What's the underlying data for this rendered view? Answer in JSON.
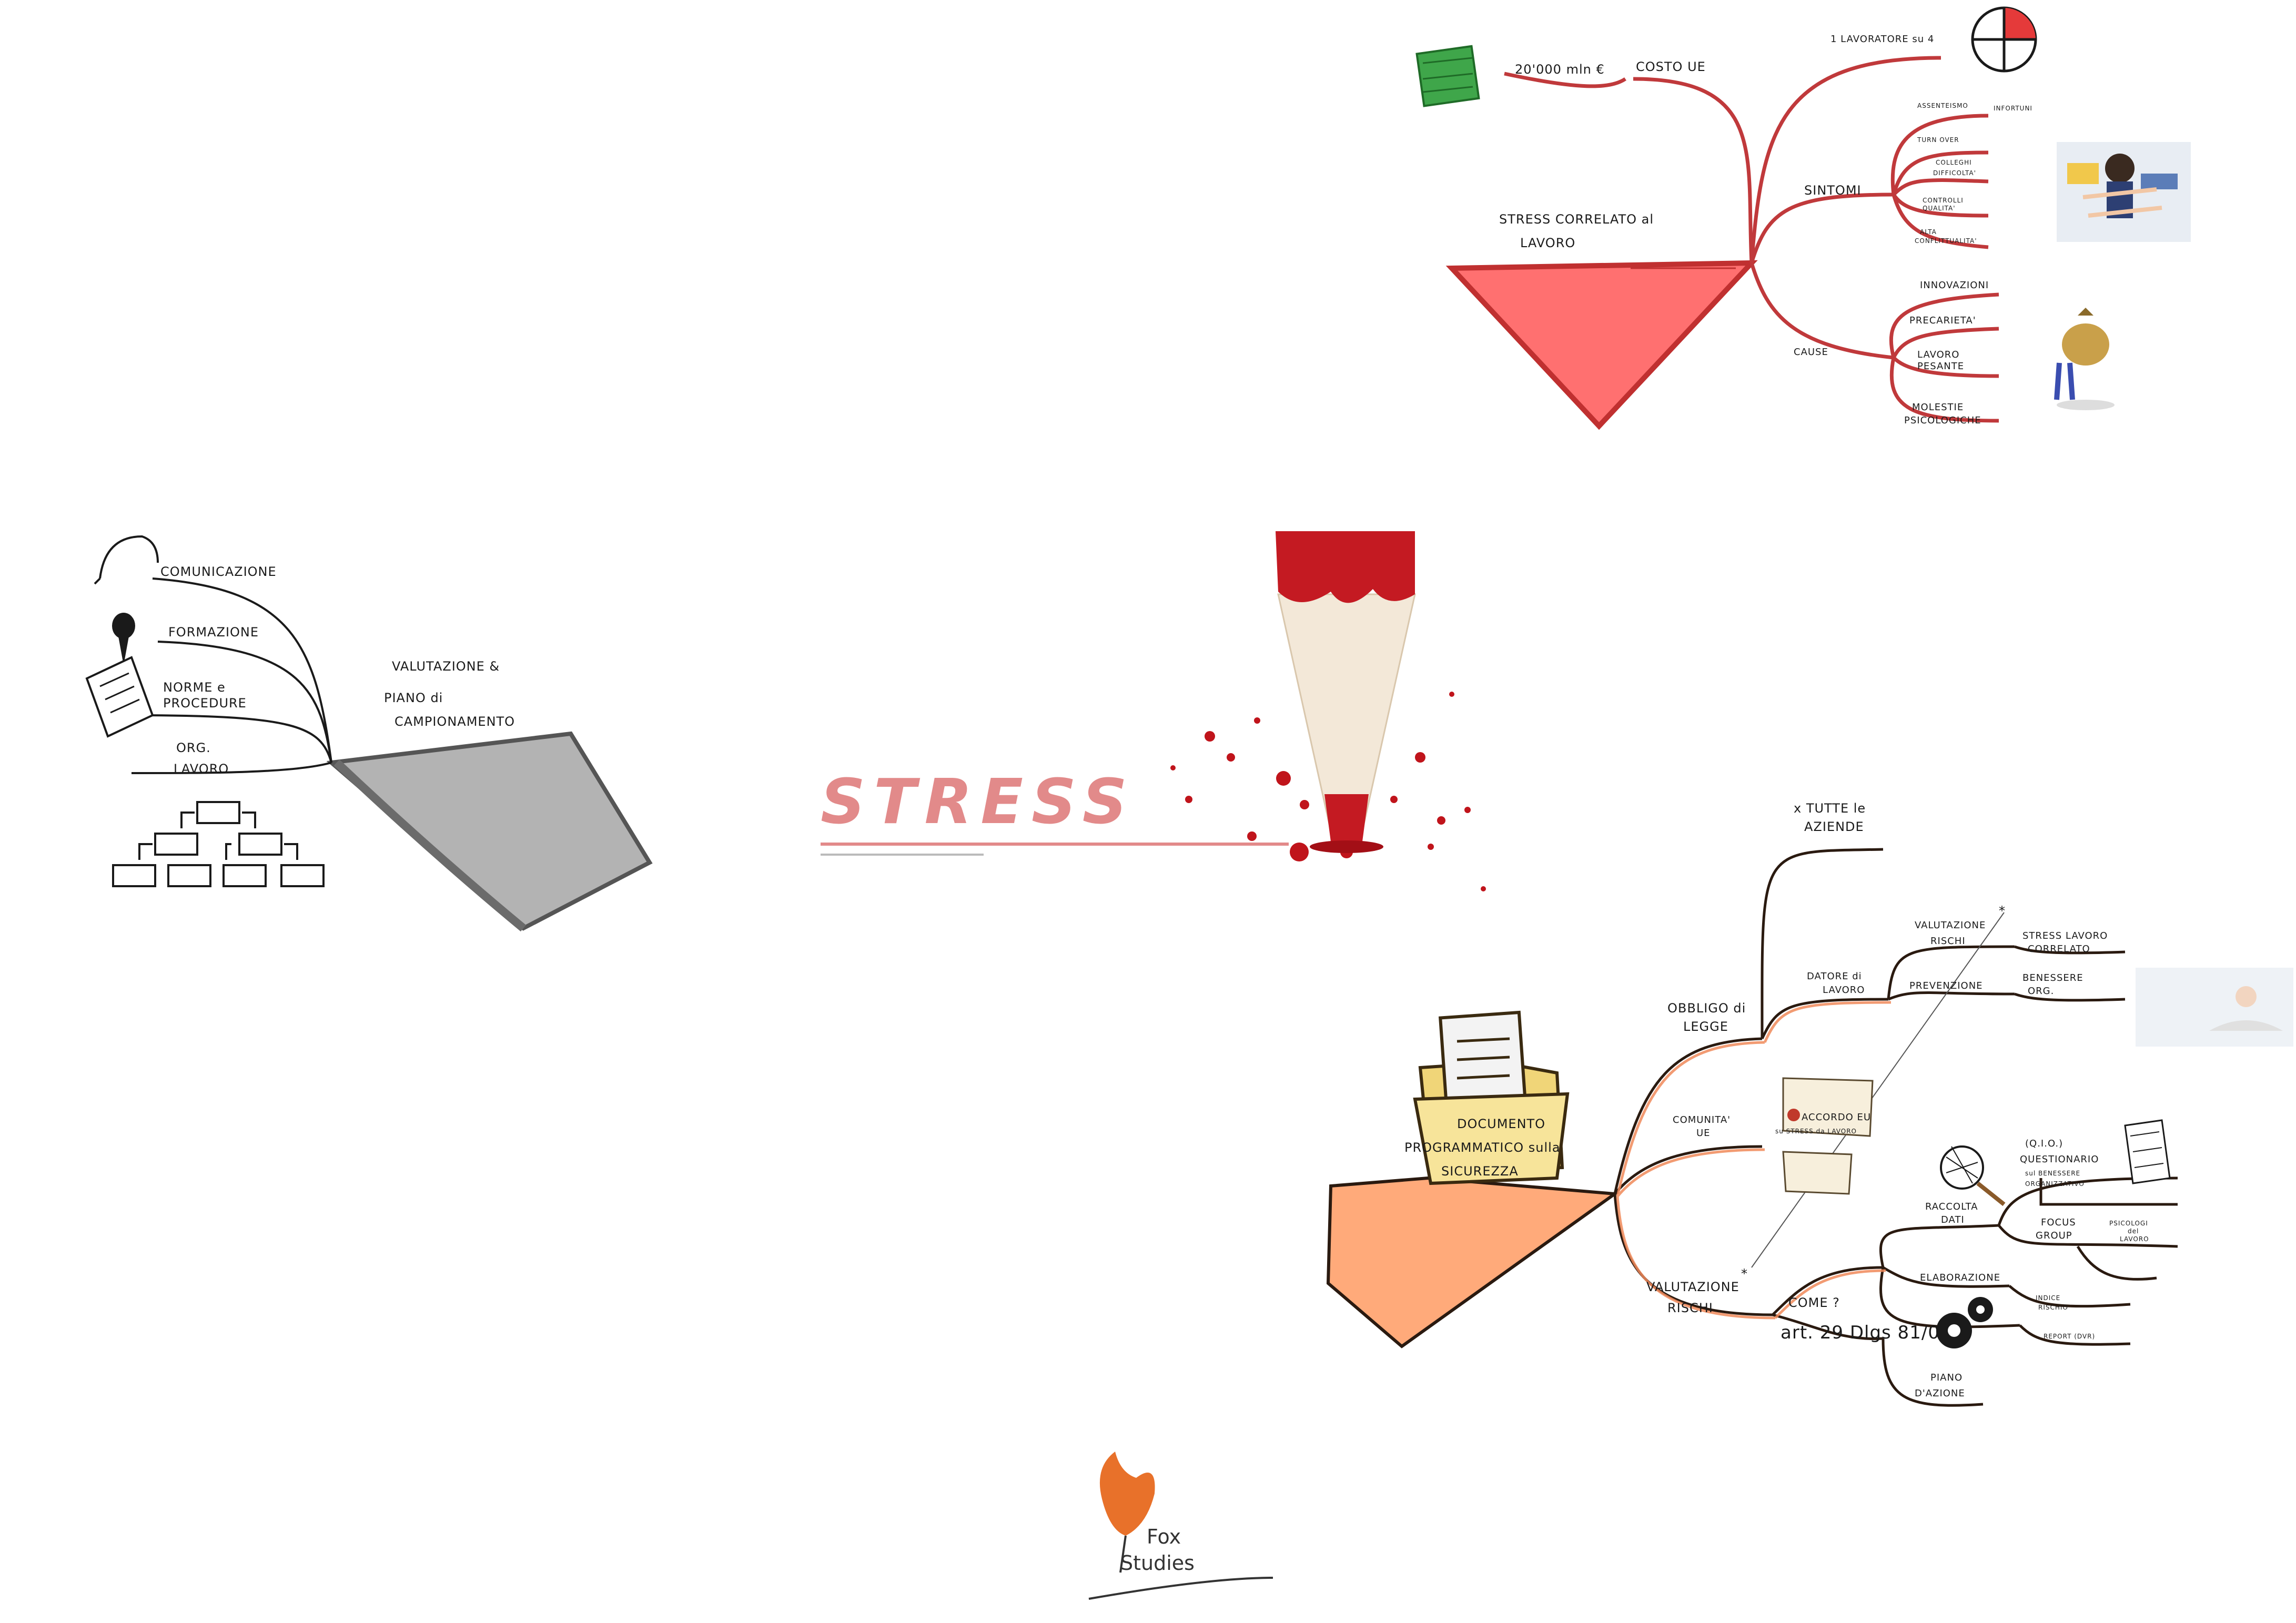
{
  "center": {
    "stress_word": "STRESS"
  },
  "branch_left": {
    "title": [
      "VALUTAZIONE &",
      "PIANO di",
      "CAMPIONAMENTO"
    ],
    "items": [
      {
        "label": [
          "COMUNICAZIONE"
        ]
      },
      {
        "label": [
          "FORMAZIONE"
        ]
      },
      {
        "label": [
          "NORME e",
          "PROCEDURE"
        ]
      },
      {
        "label": [
          "ORG.",
          "LAVORO"
        ]
      }
    ]
  },
  "branch_top_right": {
    "title": [
      "STRESS CORRELATO al",
      "LAVORO"
    ],
    "cost": {
      "label": "COSTO UE",
      "value": "20'000 mln €"
    },
    "worker": "1 LAVORATORE su 4",
    "sintomi": {
      "label": "SINTOMI",
      "items": [
        "ASSENTEISMO",
        "INFORTUNI",
        "TURN OVER",
        "COLLEGHI",
        "DIFFICOLTA'",
        "CONTROLLI",
        "QUALITA'",
        "ALTA",
        "CONFLITTUALITA'"
      ]
    },
    "cause": {
      "label": "CAUSE",
      "items": [
        "INNOVAZIONI",
        "PRECARIETA'",
        "LAVORO",
        "PESANTE",
        "MOLESTIE",
        "PSICOLOGICHE"
      ]
    }
  },
  "branch_bottom_right": {
    "document": [
      "DOCUMENTO",
      "PROGRAMMATICO sulla",
      "SICUREZZA"
    ],
    "obbligo": {
      "label": [
        "OBBLIGO di",
        "LEGGE"
      ],
      "tutte": [
        "x TUTTE le",
        "AZIENDE"
      ],
      "datore": [
        "DATORE di",
        "LAVORO"
      ],
      "valutazione": [
        "VALUTAZIONE",
        "RISCHI"
      ],
      "stress_lavoro": [
        "STRESS LAVORO",
        "CORRELATO"
      ],
      "prevenzione": "PREVENZIONE",
      "benessere": [
        "BENESSERE",
        "ORG."
      ]
    },
    "comunita": {
      "label": [
        "COMUNITA'",
        "UE"
      ],
      "accordo": [
        "ACCORDO EU",
        "su STRESS da LAVORO"
      ]
    },
    "valutazione_rischi": {
      "label": [
        "VALUTAZIONE",
        "RISCHI"
      ],
      "come": "COME ?",
      "article": "art. 29 Dlgs 81/08",
      "raccolta": [
        "RACCOLTA",
        "DATI"
      ],
      "questionario": [
        "(Q.I.O.)",
        "QUESTIONARIO",
        "sul BENESSERE",
        "ORGANIZZATIVO"
      ],
      "focus": [
        "FOCUS",
        "GROUP"
      ],
      "psicologi": [
        "PSICOLOGI",
        "del",
        "LAVORO"
      ],
      "elaborazione": "ELABORAZIONE",
      "indice": [
        "INDICE",
        "RISCHIO"
      ],
      "report": "REPORT (DVR)",
      "piano": [
        "PIANO",
        "D'AZIONE"
      ]
    }
  },
  "logo": {
    "line1": "Fox",
    "line2": "Studies"
  }
}
